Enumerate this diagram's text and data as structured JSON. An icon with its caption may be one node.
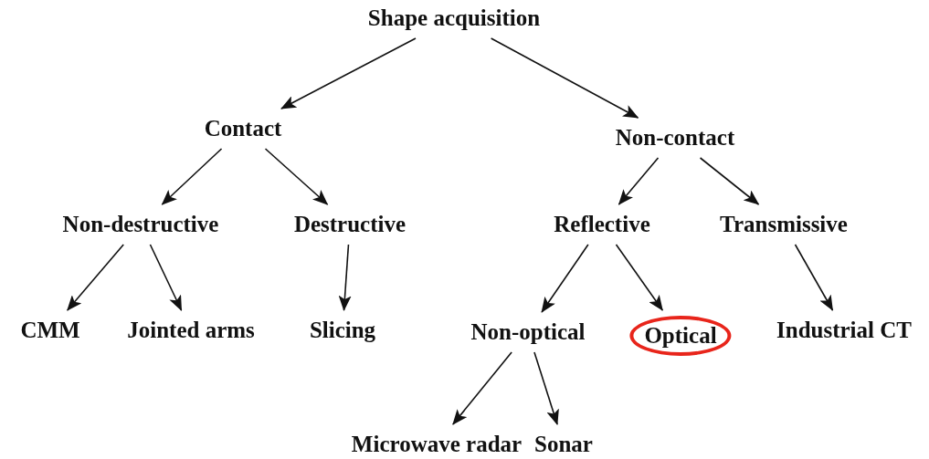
{
  "diagram": {
    "nodes": [
      {
        "text": [
          "Shape acquisition"
        ]
      },
      {
        "text": [
          "Contact"
        ]
      },
      {
        "text": [
          "Non-contact"
        ]
      },
      {
        "text": [
          "Non-destructive"
        ]
      },
      {
        "text": [
          "Destructive"
        ]
      },
      {
        "text": [
          "Reflective"
        ]
      },
      {
        "text": [
          "Transmissive"
        ]
      },
      {
        "text": [
          "CMM"
        ]
      },
      {
        "text": [
          "Jointed arms"
        ]
      },
      {
        "text": [
          "Slicing"
        ]
      },
      {
        "text": [
          "Non-optical"
        ]
      },
      {
        "text": [
          "Optical"
        ]
      },
      {
        "text": [
          "Industrial CT"
        ]
      },
      {
        "text": [
          "Microwave radar"
        ]
      },
      {
        "text": [
          "Sonar"
        ]
      }
    ],
    "edges": [
      {
        "from": 0,
        "to": 1,
        "arrow": "to"
      },
      {
        "from": 0,
        "to": 2,
        "arrow": "to"
      },
      {
        "from": 1,
        "to": 3,
        "arrow": "to"
      },
      {
        "from": 1,
        "to": 4,
        "arrow": "to"
      },
      {
        "from": 2,
        "to": 5,
        "arrow": "to"
      },
      {
        "from": 2,
        "to": 6,
        "arrow": "to"
      },
      {
        "from": 3,
        "to": 7,
        "arrow": "to"
      },
      {
        "from": 3,
        "to": 8,
        "arrow": "to"
      },
      {
        "from": 4,
        "to": 9,
        "arrow": "to"
      },
      {
        "from": 5,
        "to": 10,
        "arrow": "to"
      },
      {
        "from": 5,
        "to": 11,
        "arrow": "to"
      },
      {
        "from": 6,
        "to": 12,
        "arrow": "to"
      },
      {
        "from": 10,
        "to": 13,
        "arrow": "to"
      },
      {
        "from": 10,
        "to": 14,
        "arrow": "to"
      }
    ]
  }
}
